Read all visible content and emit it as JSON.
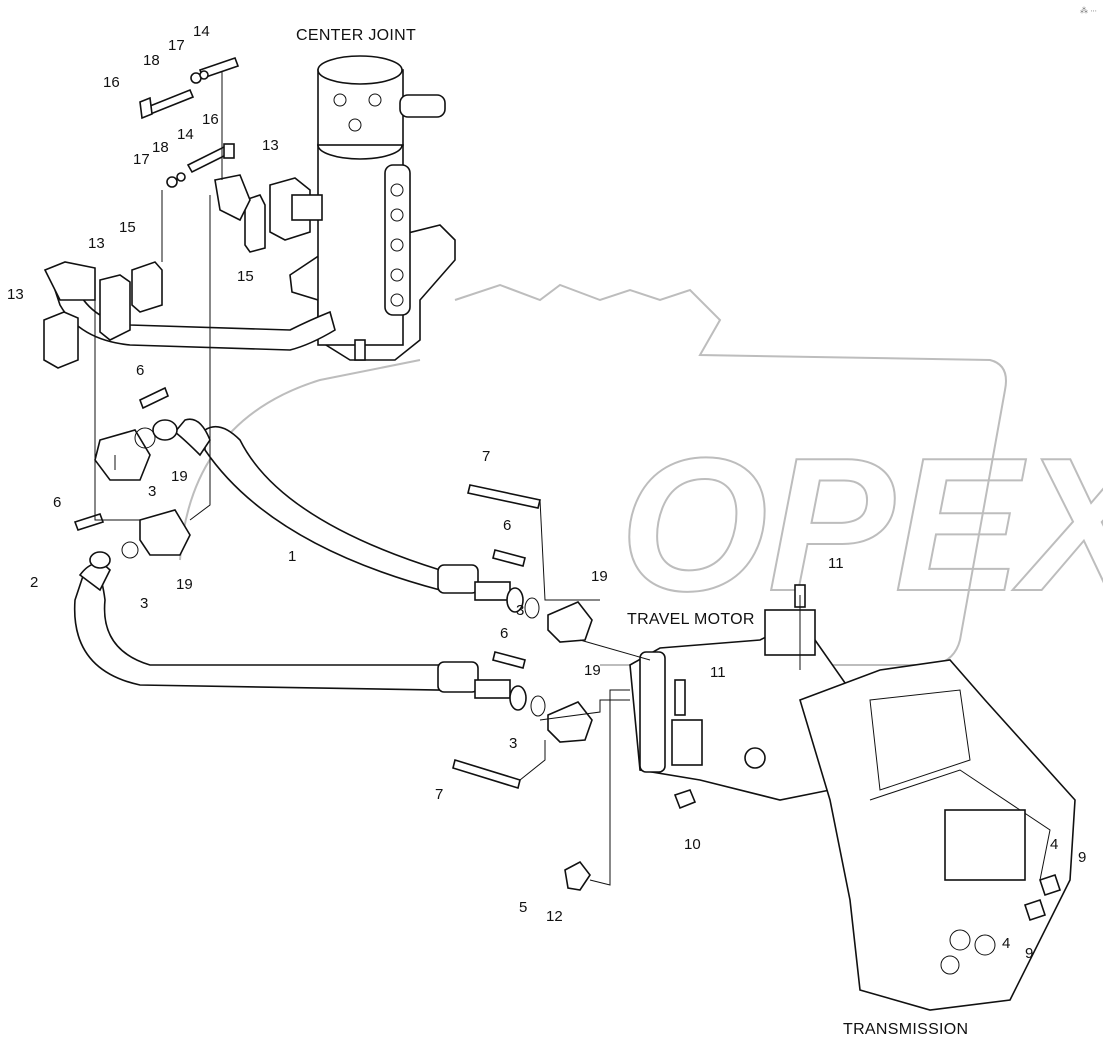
{
  "titles": {
    "center_joint": "CENTER JOINT",
    "travel_motor": "TRAVEL MOTOR",
    "transmission": "TRANSMISSION"
  },
  "watermark": "OPEX",
  "corner_mark": "⁂ ∙∙∙",
  "callouts": [
    "14",
    "18",
    "17",
    "16",
    "16",
    "14",
    "18",
    "17",
    "13",
    "15",
    "13",
    "15",
    "13",
    "6",
    "3",
    "19",
    "6",
    "19",
    "3",
    "1",
    "2",
    "7",
    "6",
    "19",
    "3",
    "6",
    "19",
    "3",
    "7",
    "11",
    "11",
    "10",
    "5",
    "12",
    "4",
    "9",
    "4",
    "9"
  ]
}
